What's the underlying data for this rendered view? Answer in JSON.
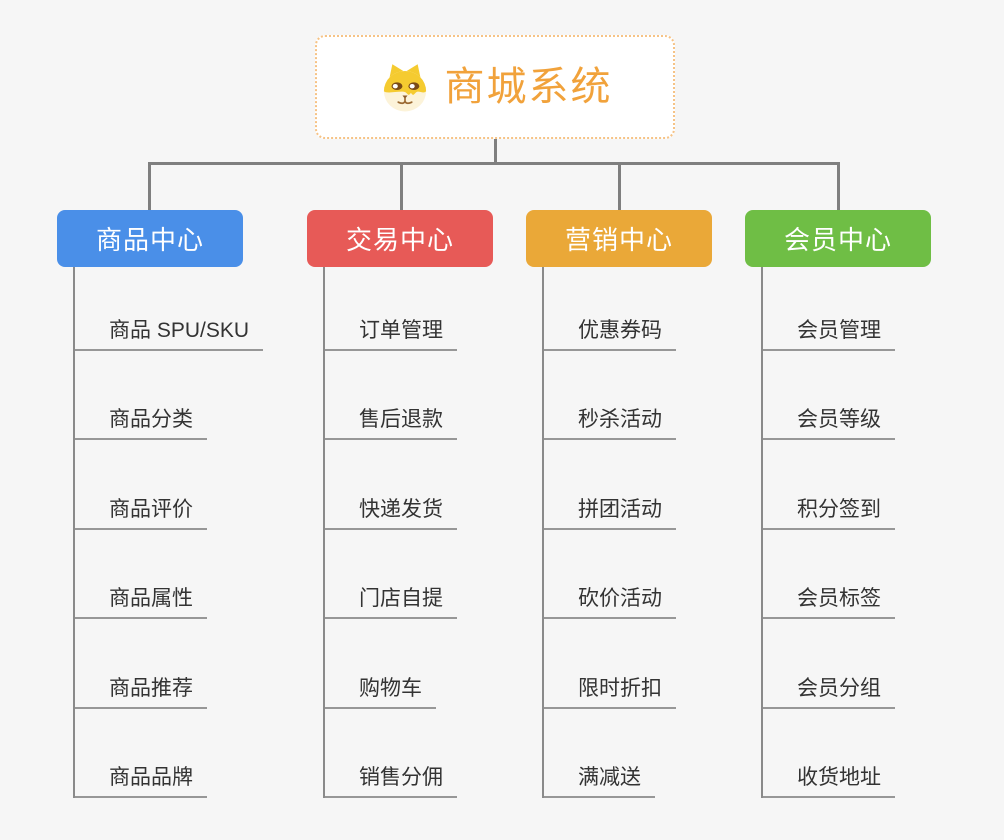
{
  "root": {
    "title": "商城系统",
    "icon": "shiba-dog-icon"
  },
  "branches": [
    {
      "label": "商品中心",
      "color": "#4a8fe8",
      "children": [
        "商品 SPU/SKU",
        "商品分类",
        "商品评价",
        "商品属性",
        "商品推荐",
        "商品品牌"
      ]
    },
    {
      "label": "交易中心",
      "color": "#e75a57",
      "children": [
        "订单管理",
        "售后退款",
        "快递发货",
        "门店自提",
        "购物车",
        "销售分佣"
      ]
    },
    {
      "label": "营销中心",
      "color": "#eaa838",
      "children": [
        "优惠券码",
        "秒杀活动",
        "拼团活动",
        "砍价活动",
        "限时折扣",
        "满减送"
      ]
    },
    {
      "label": "会员中心",
      "color": "#6fbe45",
      "children": [
        "会员管理",
        "会员等级",
        "积分签到",
        "会员标签",
        "会员分组",
        "收货地址"
      ]
    }
  ],
  "colors": {
    "connector": "#7f7f7f",
    "underline": "#979797",
    "root_text": "#f1a23b",
    "root_border": "#f6c386",
    "leaf_text": "#333333",
    "background": "#f6f6f6"
  }
}
